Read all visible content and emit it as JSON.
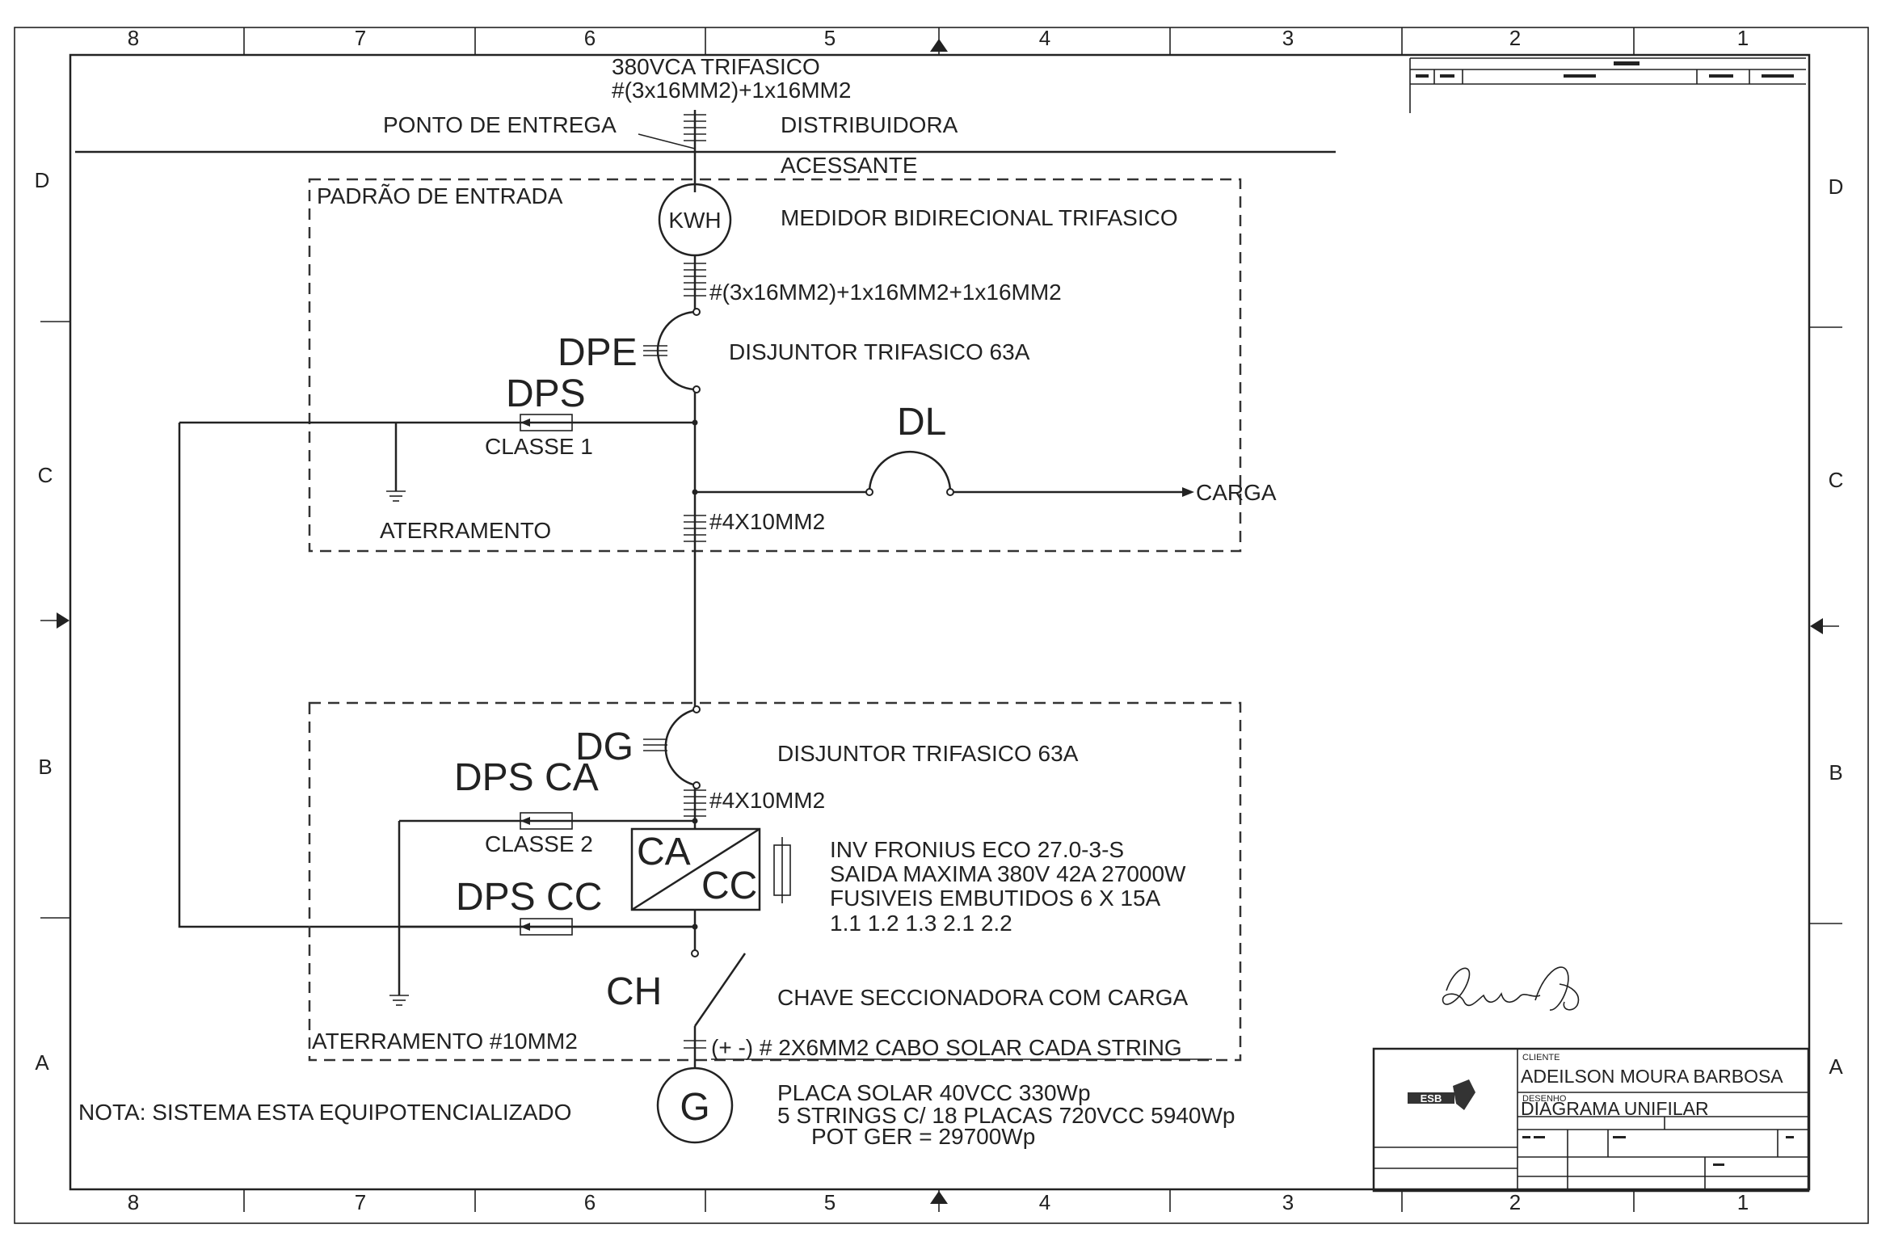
{
  "frame": {
    "columns": [
      "8",
      "7",
      "6",
      "5",
      "4",
      "3",
      "2",
      "1"
    ],
    "rows": [
      "D",
      "C",
      "B",
      "A"
    ]
  },
  "supply": {
    "voltage": "380VCA TRIFASICO",
    "cable": "#(3x16MM2)+1x16MM2",
    "delivery_point": "PONTO DE ENTREGA",
    "distributor": "DISTRIBUIDORA",
    "accessing": "ACESSANTE"
  },
  "entry_panel": {
    "title": "PADRÃO DE ENTRADA",
    "meter_symbol": "KWH",
    "meter_label": "MEDIDOR BIDIRECIONAL TRIFASICO",
    "meter_cable": "#(3x16MM2)+1x16MM2+1x16MM2",
    "breaker_tag": "DPE",
    "breaker_label": "DISJUNTOR TRIFASICO 63A",
    "surge_tag": "DPS",
    "surge_class": "CLASSE 1",
    "load_breaker_tag": "DL",
    "load_label": "CARGA",
    "grounding": "ATERRAMENTO",
    "out_cable": "#4X10MM2"
  },
  "generation_panel": {
    "breaker_tag": "DG",
    "breaker_label": "DISJUNTOR TRIFASICO 63A",
    "surge_ac_tag": "DPS CA",
    "surge_ac_class": "CLASSE 2",
    "surge_dc_tag": "DPS CC",
    "inv_cable": "#4X10MM2",
    "inverter_ac": "CA",
    "inverter_dc": "CC",
    "inverter_lines": [
      "INV FRONIUS ECO 27.0-3-S",
      "SAIDA MAXIMA 380V 42A 27000W",
      "FUSIVEIS EMBUTIDOS 6 X 15A",
      "1.1 1.2 1.3 2.1 2.2"
    ],
    "switch_tag": "CH",
    "switch_label": "CHAVE SECCIONADORA COM CARGA",
    "grounding": "ATERRAMENTO #10MM2",
    "string_cable": "(+ -) # 2X6MM2 CABO SOLAR CADA STRING"
  },
  "generator": {
    "symbol": "G",
    "lines": [
      "PLACA SOLAR 40VCC 330Wp",
      "5 STRINGS C/ 18 PLACAS 720VCC 5940Wp",
      "POT GER = 29700Wp"
    ]
  },
  "note": "NOTA: SISTEMA ESTA EQUIPOTENCIALIZADO",
  "title_block": {
    "client_caption": "CLIENTE",
    "client": "ADEILSON MOURA BARBOSA",
    "drawing_caption": "DESENHO",
    "drawing": "DIAGRAMA UNIFILAR",
    "logo_text": "ESB"
  }
}
